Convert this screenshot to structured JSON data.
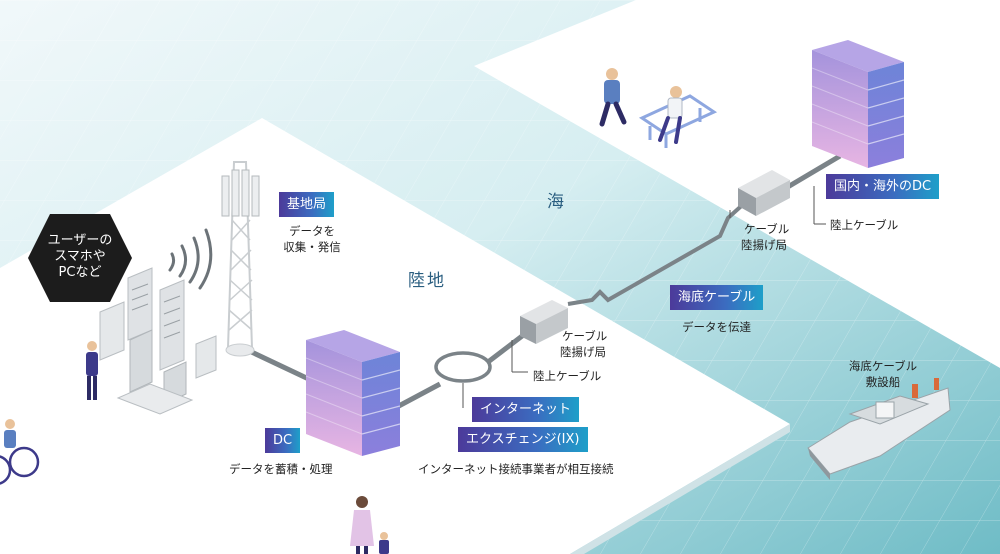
{
  "regions": {
    "sea": "海",
    "land": "陸地"
  },
  "nodes": {
    "base_station": {
      "badge": "基地局",
      "desc_1": "データを",
      "desc_2": "収集・発信"
    },
    "devices": {
      "line_1": "ユーザーの",
      "line_2": "スマホや",
      "line_3": "PCなど"
    },
    "dc": {
      "badge": "DC",
      "desc": "データを蓄積・処理"
    },
    "ix": {
      "badge_1": "インターネット",
      "badge_2": "エクスチェンジ(IX)",
      "desc": "インターネット接続事業者が相互接続"
    },
    "landing_station_land": {
      "line_1": "ケーブル",
      "line_2": "陸揚げ局",
      "cable": "陸上ケーブル"
    },
    "submarine_cable": {
      "badge": "海底ケーブル",
      "desc": "データを伝達"
    },
    "landing_station_far": {
      "line_1": "ケーブル",
      "line_2": "陸揚げ局"
    },
    "overseas_dc": {
      "badge": "国内・海外のDC",
      "cable": "陸上ケーブル"
    },
    "cable_ship": {
      "line_1": "海底ケーブル",
      "line_2": "敷設船"
    }
  },
  "colors": {
    "sea_light": "#e4f3f5",
    "sea_deep": "#7cc3cc",
    "land": "#ffffff",
    "cable": "#7b8388",
    "badge_start": "#4c3a9a",
    "badge_end": "#1e9fc9",
    "speech_bubble": "#1c1c1c",
    "building_top": "#9c8ed6",
    "building_side": "#6e7fd6"
  },
  "icons": [
    "cell-tower-icon",
    "wifi-signal-icon",
    "server-rack-icon",
    "building-icon",
    "ring-icon",
    "cable-box-icon",
    "ship-icon",
    "person-icon",
    "bicycle-icon",
    "bench-icon"
  ]
}
